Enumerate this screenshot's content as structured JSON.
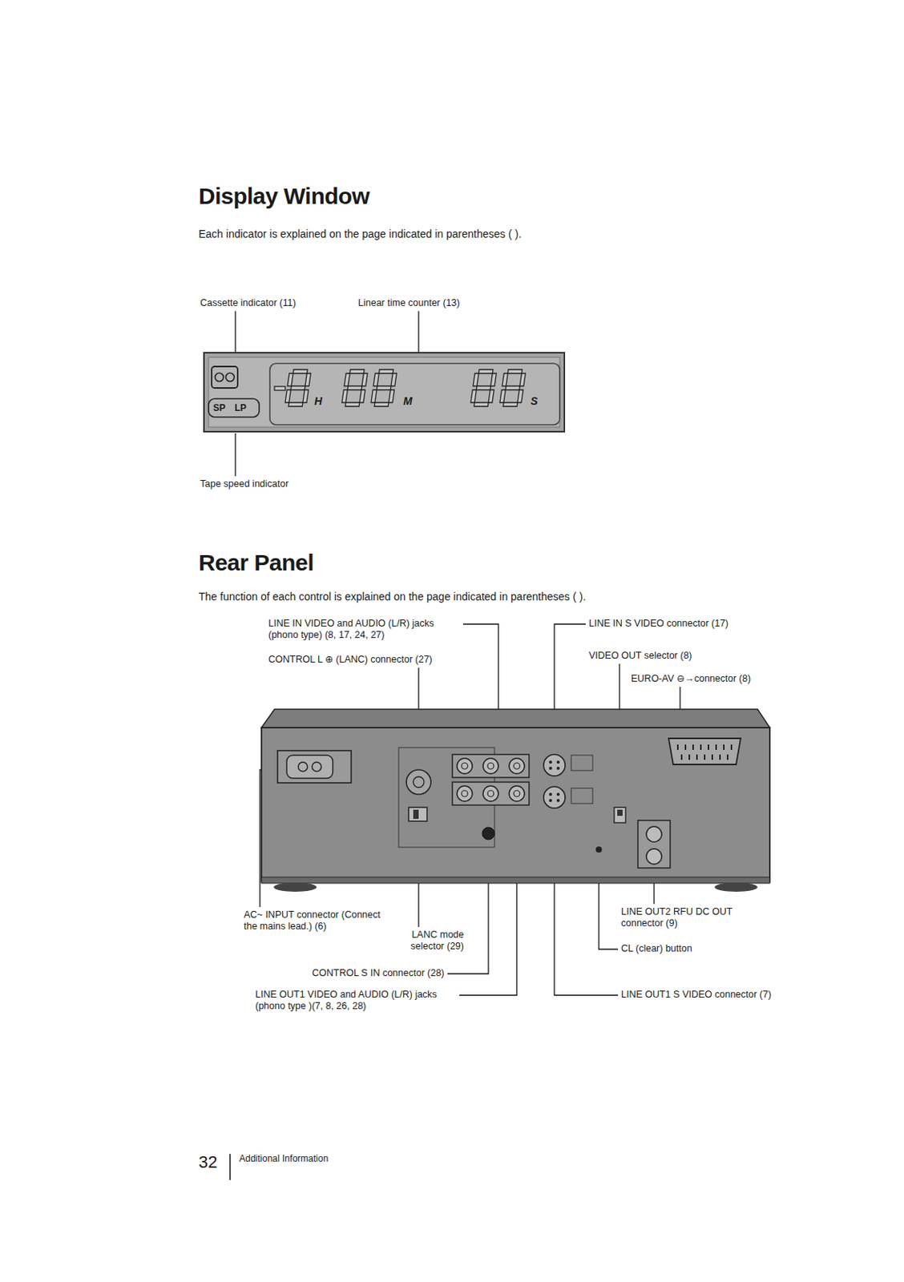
{
  "diagram": {
    "labels": [
      "Display Window",
      "Each indicator is explained on the page indicated in parentheses ( ).",
      "Cassette indicator (11)",
      "Linear time counter (13)",
      "SP",
      "LP",
      "H",
      "M",
      "S",
      "Tape speed indicator",
      "Rear Panel",
      "The function of each control is explained on the page indicated in parentheses ( ).",
      "LINE IN VIDEO and AUDIO (L/R) jacks (phono type) (8, 17, 24, 27)",
      "CONTROL L ⊕ (LANC) connector (27)",
      "LINE IN S VIDEO connector (17)",
      "VIDEO OUT selector (8)",
      "EURO-AV ⊖→connector (8)",
      "AC~ INPUT connector (Connect the mains lead.) (6)",
      "LANC mode selector (29)",
      "CONTROL S IN connector (28)",
      "LINE OUT1 VIDEO and AUDIO (L/R) jacks (phono type )(7, 8, 26, 28)",
      "LINE OUT2 RFU DC OUT connector (9)",
      "CL (clear) button",
      "LINE OUT1 S VIDEO connector (7)",
      "32",
      "Additional Information"
    ]
  }
}
